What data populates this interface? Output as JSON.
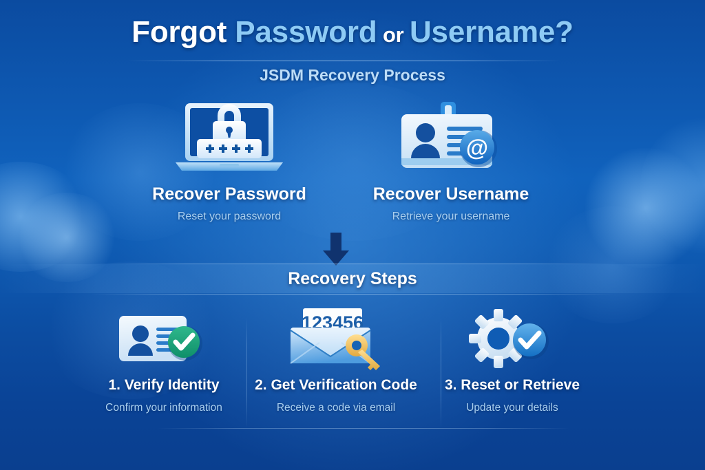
{
  "header": {
    "title_part1": "Forgot ",
    "title_part2": "Password",
    "title_part3": " or ",
    "title_part4": "Username",
    "title_part5": "?",
    "subtitle": "JSDM Recovery Process"
  },
  "options": [
    {
      "icon": "laptop-padlock-password-icon",
      "title": "Recover Password",
      "subtitle": "Reset your password"
    },
    {
      "icon": "id-badge-at-symbol-icon",
      "title": "Recover Username",
      "subtitle": "Retrieve your username"
    }
  ],
  "divider": {
    "arrow_icon": "arrow-down-icon",
    "band_title": "Recovery Steps"
  },
  "steps": [
    {
      "icon": "id-card-green-check-icon",
      "title": "1. Verify Identity",
      "subtitle": "Confirm your information"
    },
    {
      "icon": "envelope-code-key-icon",
      "title": "2. Get Verification Code",
      "subtitle": "Receive a code via email",
      "code": "123456"
    },
    {
      "icon": "gear-blue-check-icon",
      "title": "3. Reset or Retrieve",
      "subtitle": "Update your details"
    }
  ],
  "colors": {
    "background_dark": "#0a3f8f",
    "background_mid": "#1062bd",
    "accent_light_blue": "#8ecbf5",
    "subtitle_blue": "#a9cfef",
    "text_white": "#ffffff",
    "green_check": "#14a07a",
    "blue_check": "#2a8fdc",
    "key_gold": "#f0c15e",
    "icon_dark_blue": "#134a96",
    "arrow_navy": "#10336e"
  }
}
